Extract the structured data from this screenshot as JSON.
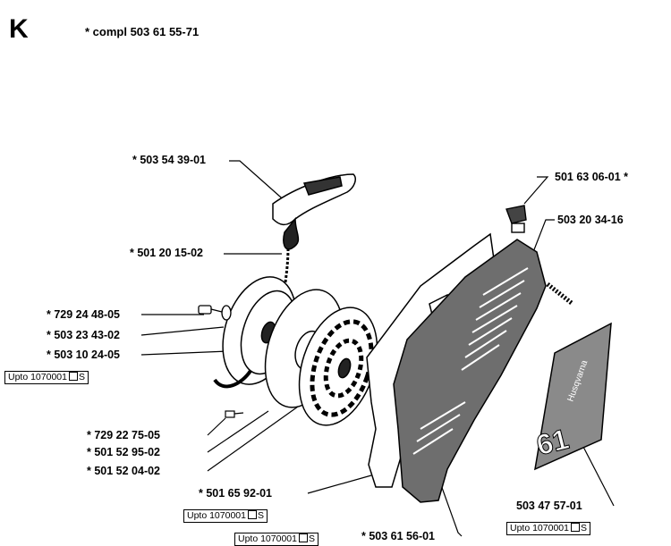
{
  "header": {
    "letter": "K",
    "compl_note": "* compl 503 61 55-71"
  },
  "parts": [
    {
      "id": "p1",
      "label": "* 503 54 39-01"
    },
    {
      "id": "p2",
      "label": "* 501 20 15-02"
    },
    {
      "id": "p3",
      "label": "* 729 24 48-05"
    },
    {
      "id": "p4",
      "label": "* 503 23 43-02"
    },
    {
      "id": "p5",
      "label": "* 503 10 24-05"
    },
    {
      "id": "p6",
      "label": "* 729 22 75-05"
    },
    {
      "id": "p7",
      "label": "* 501 52 95-02"
    },
    {
      "id": "p8",
      "label": "* 501 52 04-02"
    },
    {
      "id": "p9",
      "label": "* 501 65 92-01"
    },
    {
      "id": "p10",
      "label": "501 63 06-01 *"
    },
    {
      "id": "p11",
      "label": "503 20 34-16"
    },
    {
      "id": "p12",
      "label": "503 47 57-01"
    },
    {
      "id": "p13",
      "label": "* 503 61 56-01"
    }
  ],
  "notes": {
    "upto_prefix": "Upto 1070001",
    "upto_suffix": "S"
  },
  "decal": {
    "brand": "Husqvarna",
    "model": "61"
  }
}
